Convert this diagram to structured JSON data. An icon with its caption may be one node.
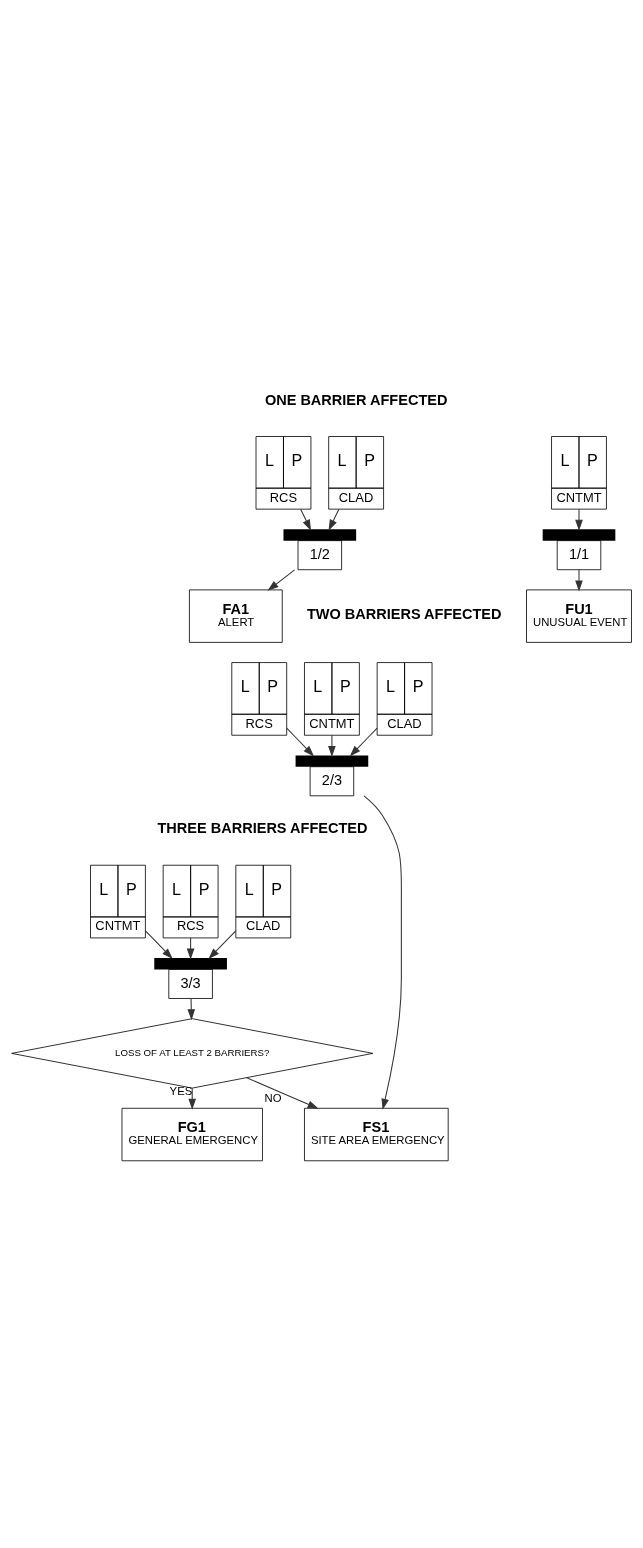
{
  "diagram": {
    "nodes": [
      {
        "text": [
          "L",
          "P",
          "CLAD"
        ]
      },
      {
        "text": [
          "L",
          "P",
          "RCS"
        ]
      },
      {
        "text": [
          "L",
          "P",
          "CNTMT"
        ]
      },
      {
        "text": [
          "1/1"
        ]
      },
      {
        "text": [
          "FU1",
          "UNUSUAL EVENT"
        ]
      },
      {
        "text": [
          "1/2"
        ]
      },
      {
        "text": [
          "FA1",
          "ALERT"
        ]
      },
      {
        "text": [
          "L",
          "P",
          "CLAD"
        ]
      },
      {
        "text": [
          "L",
          "P",
          "RCS"
        ]
      },
      {
        "text": [
          "L",
          "P",
          "CNTMT"
        ]
      },
      {
        "text": [
          "2/3"
        ]
      },
      {
        "text": [
          "FS1",
          "SITE AREA EMERGENCY"
        ]
      },
      {
        "text": [
          "L",
          "P",
          "CLAD"
        ]
      },
      {
        "text": [
          "L",
          "P",
          "RCS"
        ]
      },
      {
        "text": [
          "L",
          "P",
          "CNTMT"
        ]
      },
      {
        "text": [
          "3/3"
        ]
      },
      {
        "text": [
          "LOSS OF AT LEAST 2 BARRIERS?"
        ]
      },
      {
        "text": [
          "FG1",
          "GENERAL EMERGENCY"
        ]
      }
    ],
    "edges": [
      {
        "from": 0,
        "to": 5,
        "arrow": "to"
      },
      {
        "from": 1,
        "to": 5,
        "arrow": "to"
      },
      {
        "from": 2,
        "to": 3,
        "arrow": "to"
      },
      {
        "from": 3,
        "to": 4,
        "arrow": "to"
      },
      {
        "from": 5,
        "to": 6,
        "arrow": "to"
      },
      {
        "from": 7,
        "to": 10,
        "arrow": "to"
      },
      {
        "from": 8,
        "to": 10,
        "arrow": "to"
      },
      {
        "from": 9,
        "to": 10,
        "arrow": "to"
      },
      {
        "from": 10,
        "to": 11,
        "arrow": "to"
      },
      {
        "from": 12,
        "to": 15,
        "arrow": "to"
      },
      {
        "from": 13,
        "to": 15,
        "arrow": "to"
      },
      {
        "from": 14,
        "to": 15,
        "arrow": "to"
      },
      {
        "from": 15,
        "to": 16,
        "arrow": "to"
      },
      {
        "from": 16,
        "to": 11,
        "label": "NO",
        "arrow": "to"
      },
      {
        "from": 16,
        "to": 17,
        "label": "YES",
        "arrow": "to"
      }
    ],
    "labels": [
      "ONE BARRIER AFFECTED",
      "TWO BARRIERS AFFECTED",
      "THREE BARRIERS AFFECTED"
    ]
  }
}
